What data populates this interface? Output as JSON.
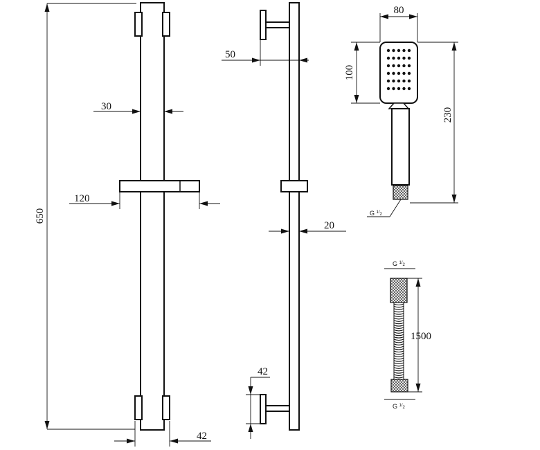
{
  "dimensions": {
    "total_height": "650",
    "bar_width": "30",
    "holder_width": "120",
    "bracket_width": "42",
    "wall_offset": "50",
    "bar_depth": "20",
    "bracket_height": "42",
    "head_width": "80",
    "head_height": "100",
    "handshower_length": "230",
    "hose_length": "1500"
  },
  "threads": {
    "label": "G",
    "fraction_num": "1",
    "fraction_den": "2"
  }
}
